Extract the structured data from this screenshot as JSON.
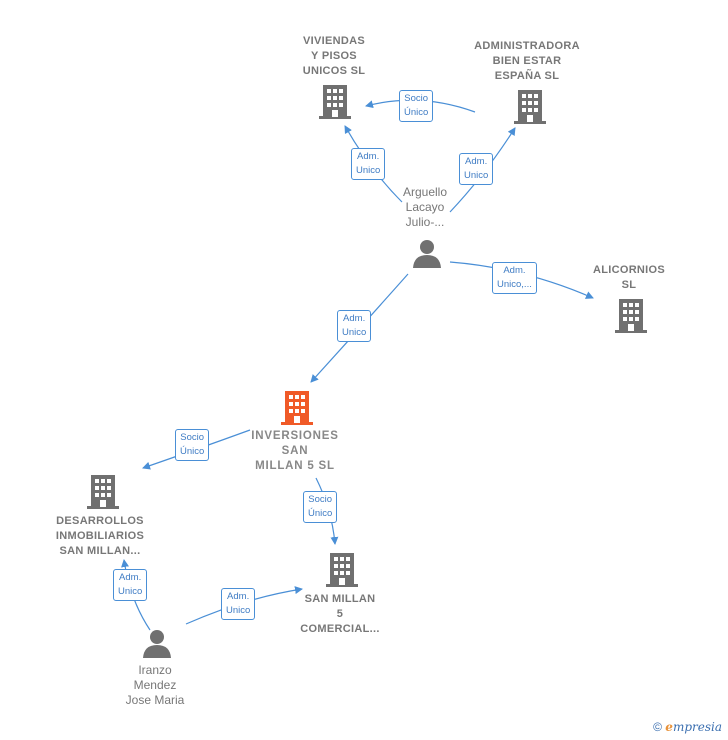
{
  "nodes": {
    "viviendas": {
      "label": [
        "VIVIENDAS",
        "Y PISOS",
        "UNICOS  SL"
      ]
    },
    "administradora": {
      "label": [
        "ADMINISTRADORA",
        "BIEN ESTAR",
        "ESPAÑA  SL"
      ]
    },
    "arguello": {
      "label": [
        "Arguello",
        "Lacayo",
        "Julio-..."
      ]
    },
    "alicornios": {
      "label": [
        "ALICORNIOS",
        "SL"
      ]
    },
    "inversiones": {
      "label": [
        "INVERSIONES",
        "SAN",
        "MILLAN 5  SL"
      ]
    },
    "desarrollos": {
      "label": [
        "DESARROLLOS",
        "INMOBILIARIOS",
        "SAN MILLAN..."
      ]
    },
    "sanmillan": {
      "label": [
        "SAN MILLAN",
        "5",
        "COMERCIAL..."
      ]
    },
    "iranzo": {
      "label": [
        "Iranzo",
        "Mendez",
        "Jose Maria"
      ]
    }
  },
  "edges": {
    "e1": [
      "Socio",
      "Único"
    ],
    "e2": [
      "Adm.",
      "Unico"
    ],
    "e3": [
      "Adm.",
      "Unico"
    ],
    "e4": [
      "Adm.",
      "Unico,..."
    ],
    "e5": [
      "Adm.",
      "Unico"
    ],
    "e6": [
      "Socio",
      "Único"
    ],
    "e7": [
      "Socio",
      "Único"
    ],
    "e8": [
      "Adm.",
      "Unico"
    ],
    "e9": [
      "Adm.",
      "Unico"
    ]
  },
  "footer": {
    "copyright": "©",
    "brand_e": "e",
    "brand_rest": "mpresia"
  },
  "colors": {
    "edge": "#4a8fd6",
    "building": "#707070",
    "highlight": "#f05a28",
    "person": "#707070"
  }
}
